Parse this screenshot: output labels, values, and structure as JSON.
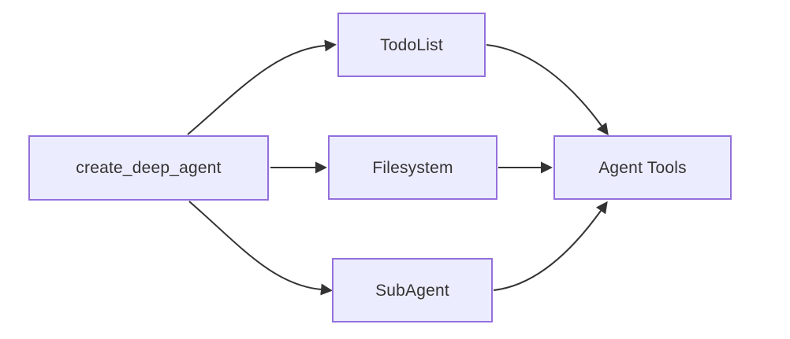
{
  "diagram": {
    "type": "flowchart-LR",
    "nodes": [
      {
        "id": "create_deep_agent",
        "label": "create_deep_agent"
      },
      {
        "id": "TodoList",
        "label": "TodoList"
      },
      {
        "id": "Filesystem",
        "label": "Filesystem"
      },
      {
        "id": "SubAgent",
        "label": "SubAgent"
      },
      {
        "id": "AgentTools",
        "label": "Agent Tools"
      }
    ],
    "edges": [
      {
        "from": "create_deep_agent",
        "to": "TodoList"
      },
      {
        "from": "create_deep_agent",
        "to": "Filesystem"
      },
      {
        "from": "create_deep_agent",
        "to": "SubAgent"
      },
      {
        "from": "TodoList",
        "to": "AgentTools"
      },
      {
        "from": "Filesystem",
        "to": "AgentTools"
      },
      {
        "from": "SubAgent",
        "to": "AgentTools"
      }
    ],
    "colors": {
      "node_fill": "#ECECFF",
      "node_border": "#9370DB",
      "edge": "#333333",
      "text": "#333333",
      "background": "#FFFFFF"
    }
  }
}
